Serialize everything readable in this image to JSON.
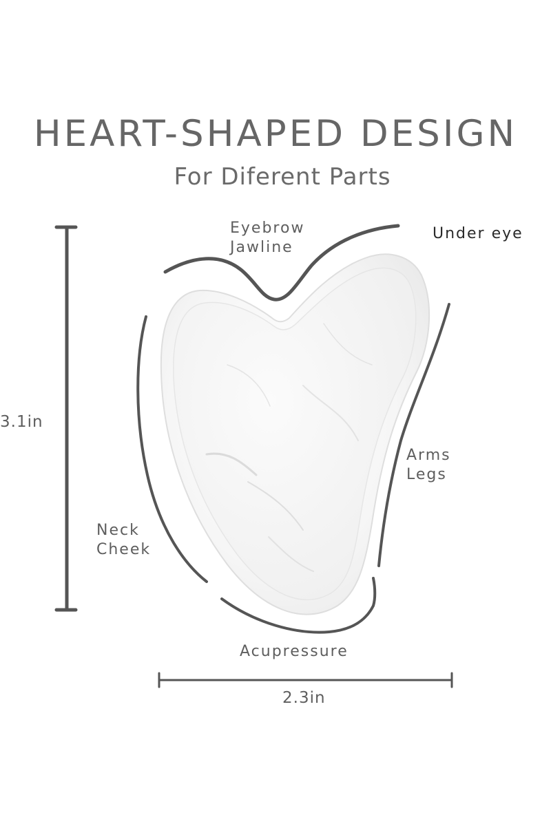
{
  "title": "HEART-SHAPED DESIGN",
  "subtitle": "For Diferent Parts",
  "labels": {
    "top": [
      "Eyebrow",
      "Jawline"
    ],
    "top_right": "Under eye",
    "right": [
      "Arms",
      "Legs"
    ],
    "left": [
      "Neck",
      "Cheek"
    ],
    "bottom": "Acupressure"
  },
  "dimensions": {
    "height": "3.1in",
    "width": "2.3in"
  },
  "colors": {
    "text": "#666666",
    "line": "#555555",
    "stone": "#f4f4f4",
    "stone_edge": "#e2e2e2",
    "veins": "#c8c8c8"
  }
}
